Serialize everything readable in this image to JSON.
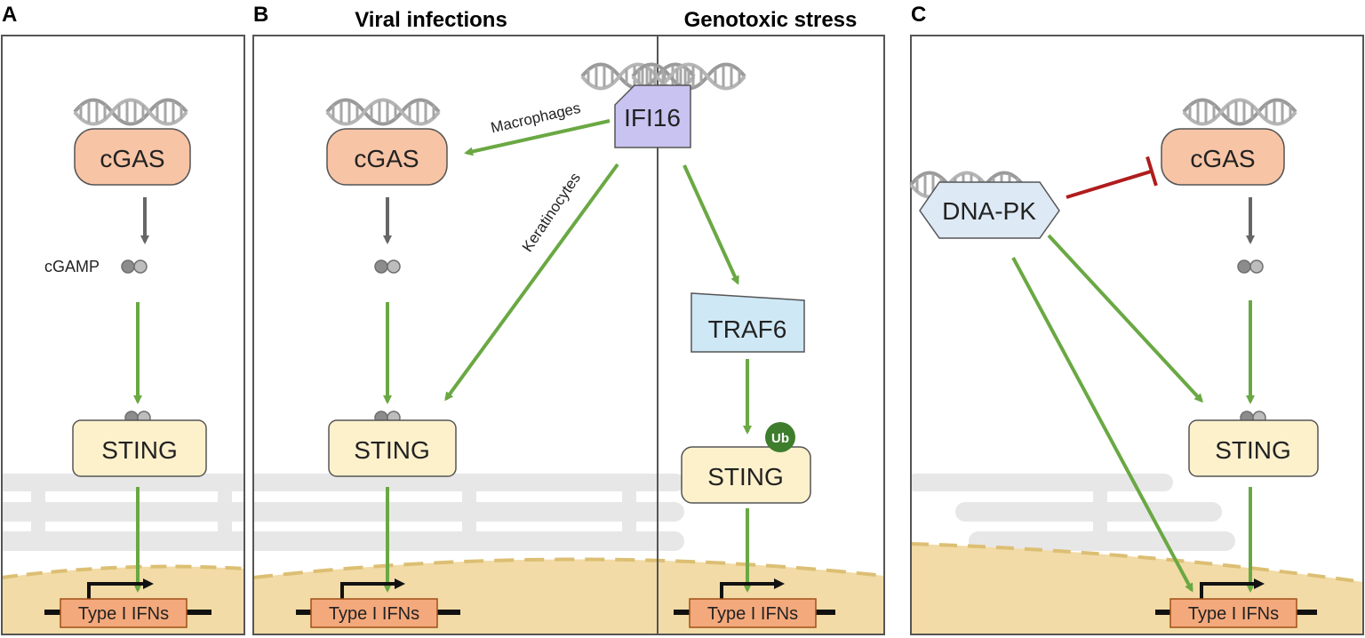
{
  "panels": {
    "a": {
      "letter": "A"
    },
    "b": {
      "letter": "B",
      "left_title": "Viral infections",
      "right_title": "Genotoxic stress"
    },
    "c": {
      "letter": "C"
    }
  },
  "nodes": {
    "cgas": "cGAS",
    "sting": "STING",
    "ifi16": "IFI16",
    "traf6": "TRAF6",
    "dnapk": "DNA-PK",
    "ub": "Ub",
    "ifn": "Type I IFNs",
    "cgamp": "cGAMP"
  },
  "edge_labels": {
    "macrophages": "Macrophages",
    "keratinocytes": "Keratinocytes"
  },
  "colors": {
    "activation": "#6aa843",
    "inhibition": "#b01c1c",
    "synthesis": "#666666",
    "cgas_fill": "#f7c4a5",
    "sting_fill": "#fdf1cc",
    "ifi16_fill": "#c9c3f2",
    "traf6_fill": "#cfe8f6",
    "dnapk_fill": "#dde9f5",
    "ifn_fill": "#f4a97c",
    "ub_fill": "#3e7d2c",
    "nucleus_fill": "#f2dba6"
  },
  "icons": [
    "dna-helix-icon",
    "cgamp-dimer-icon",
    "promoter-arrow-icon"
  ]
}
